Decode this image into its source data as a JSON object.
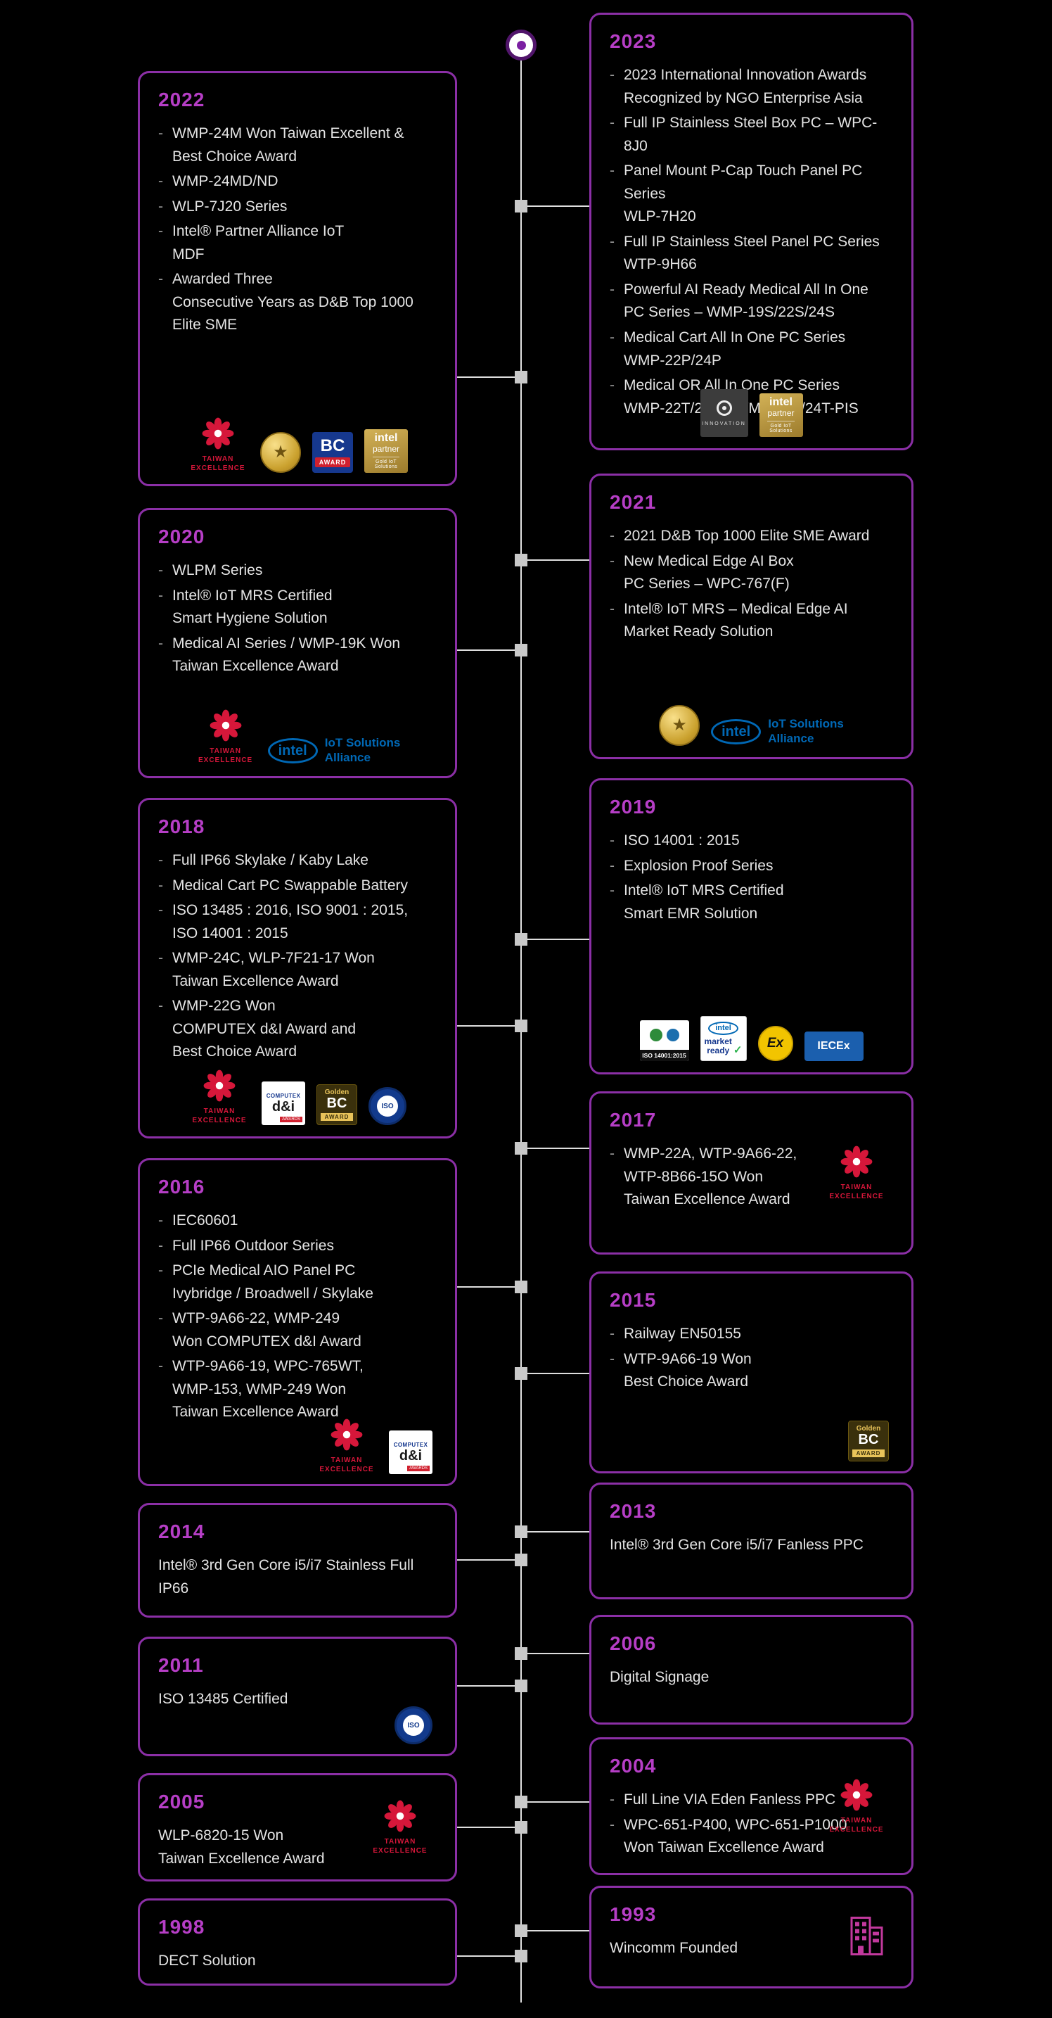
{
  "ui": {
    "bullet_char": "-"
  },
  "page": {
    "background": "#000000",
    "box_border_color": "#8b2fa6",
    "year_color": "#b63ec6",
    "text_color": "#e4e4e4",
    "axis_color": "#e3e3e3"
  },
  "icon_defs": {
    "taiwan-excellence": {
      "caption": "TAIWAN\nEXCELLENCE"
    },
    "sme-gold-emblem": {
      "glyph": "★"
    },
    "bc-award": {
      "top": "BC",
      "band": "AWARD"
    },
    "golden-bc-award": {
      "top": "Golden",
      "mid": "BC",
      "band": "AWARD"
    },
    "intel-partner-gold": {
      "brand": "intel",
      "line2": "partner",
      "line3": "Gold IoT Solutions"
    },
    "intel-iot-alliance": {
      "brand": "intel",
      "text": "IoT Solutions\nAlliance"
    },
    "innovation-award": {
      "text": "INNOVATION"
    },
    "iso-14001": {
      "band": "ISO 14001:2015"
    },
    "intel-market-ready": {
      "brand": "intel",
      "text": "market\nready",
      "check": "✓"
    },
    "atex-ex": {
      "glyph": "Ex"
    },
    "iecex": {
      "glyph": "IECEx"
    },
    "computex-di": {
      "top": "COMPUTEX",
      "mid": "d&i",
      "sub": "AWARDS"
    },
    "cert-round": {
      "glyph": "ISO"
    },
    "building": {}
  },
  "timeline": {
    "boxes": [
      {
        "year": "2023",
        "side": "right",
        "bullets": true,
        "items": [
          "2023 International Innovation Awards\nRecognized by NGO Enterprise Asia",
          "Full IP Stainless Steel Box PC – WPC-8J0",
          "Panel Mount P-Cap Touch Panel PC Series\nWLP-7H20",
          "Full IP Stainless Steel Panel PC Series\nWTP-9H66",
          "Powerful AI Ready Medical All In One\nPC Series – WMP-19S/22S/24S",
          "Medical Cart All In One  PC Series\nWMP-22P/24P",
          "Medical OR All In One PC Series\nWMP-22T/24T、WMP-22T/24T-PIS"
        ],
        "icons": [
          "innovation-award",
          "intel-partner-gold"
        ],
        "icons_position": "bottom"
      },
      {
        "year": "2022",
        "side": "left",
        "bullets": true,
        "items": [
          "WMP-24M Won Taiwan Excellent &\nBest Choice Award",
          "WMP-24MD/ND",
          "WLP-7J20 Series",
          "Intel® Partner Alliance IoT\nMDF",
          "Awarded Three\nConsecutive Years as D&B Top 1000 Elite SME"
        ],
        "icons": [
          "taiwan-excellence",
          "sme-gold-emblem",
          "bc-award",
          "intel-partner-gold"
        ],
        "icons_position": "bottom"
      },
      {
        "year": "2021",
        "side": "right",
        "bullets": true,
        "items": [
          "2021 D&B Top 1000 Elite SME Award",
          "New Medical Edge AI Box\nPC Series – WPC-767(F)",
          "Intel® IoT MRS – Medical Edge AI\nMarket Ready Solution"
        ],
        "icons": [
          "sme-gold-emblem",
          "intel-iot-alliance"
        ],
        "icons_position": "bottom"
      },
      {
        "year": "2020",
        "side": "left",
        "bullets": true,
        "items": [
          "WLPM Series",
          "Intel® IoT MRS Certified\nSmart Hygiene Solution",
          "Medical AI Series / WMP-19K Won\nTaiwan Excellence Award"
        ],
        "icons": [
          "taiwan-excellence",
          "intel-iot-alliance"
        ],
        "icons_position": "bottom"
      },
      {
        "year": "2019",
        "side": "right",
        "bullets": true,
        "items": [
          "ISO 14001 : 2015",
          "Explosion Proof Series",
          "Intel® IoT MRS Certified\nSmart EMR Solution"
        ],
        "icons": [
          "iso-14001",
          "intel-market-ready",
          "atex-ex",
          "iecex"
        ],
        "icons_position": "bottom"
      },
      {
        "year": "2018",
        "side": "left",
        "bullets": true,
        "items": [
          "Full IP66 Skylake / Kaby Lake",
          "Medical Cart PC Swappable Battery",
          "ISO 13485 : 2016, ISO 9001 : 2015,\nISO 14001 : 2015",
          "WMP-24C, WLP-7F21-17 Won\nTaiwan Excellence Award",
          "WMP-22G Won\nCOMPUTEX d&I Award and\nBest Choice Award"
        ],
        "icons": [
          "taiwan-excellence",
          "computex-di",
          "golden-bc-award",
          "cert-round"
        ],
        "icons_position": "bottom"
      },
      {
        "year": "2017",
        "side": "right",
        "bullets": true,
        "items": [
          "WMP-22A, WTP-9A66-22,\nWTP-8B66-15O Won\nTaiwan Excellence  Award"
        ],
        "icons": [
          "taiwan-excellence"
        ],
        "icons_position": "right"
      },
      {
        "year": "2016",
        "side": "left",
        "bullets": true,
        "items": [
          "IEC60601",
          "Full IP66 Outdoor Series",
          "PCIe Medical AIO Panel PC\nIvybridge / Broadwell / Skylake",
          "WTP-9A66-22, WMP-249\nWon COMPUTEX d&I Award",
          "WTP-9A66-19, WPC-765WT,\nWMP-153, WMP-249 Won\nTaiwan Excellence Award"
        ],
        "icons": [
          "taiwan-excellence",
          "computex-di"
        ],
        "icons_position": "bottom-right"
      },
      {
        "year": "2015",
        "side": "right",
        "bullets": true,
        "items": [
          "Railway EN50155",
          "WTP-9A66-19 Won\nBest Choice Award"
        ],
        "icons": [
          "golden-bc-award"
        ],
        "icons_position": "bottom-right"
      },
      {
        "year": "2014",
        "side": "left",
        "bullets": false,
        "items": [
          "Intel® 3rd Gen Core i5/i7 Stainless  Full IP66"
        ],
        "icons": [],
        "icons_position": "bottom"
      },
      {
        "year": "2013",
        "side": "right",
        "bullets": false,
        "items": [
          "Intel® 3rd Gen Core i5/i7 Fanless PPC"
        ],
        "icons": [],
        "icons_position": "bottom"
      },
      {
        "year": "2011",
        "side": "left",
        "bullets": false,
        "items": [
          "ISO 13485  Certified"
        ],
        "icons": [
          "cert-round"
        ],
        "icons_position": "bottom-right"
      },
      {
        "year": "2006",
        "side": "right",
        "bullets": false,
        "items": [
          "Digital Signage"
        ],
        "icons": [],
        "icons_position": "bottom"
      },
      {
        "year": "2005",
        "side": "left",
        "bullets": false,
        "items": [
          "WLP-6820-15 Won\nTaiwan Excellence Award"
        ],
        "icons": [
          "taiwan-excellence"
        ],
        "icons_position": "right"
      },
      {
        "year": "2004",
        "side": "right",
        "bullets": true,
        "items": [
          "Full Line VIA Eden Fanless PPC",
          "WPC-651-P400, WPC-651-P1000\nWon Taiwan Excellence Award"
        ],
        "icons": [
          "taiwan-excellence"
        ],
        "icons_position": "right"
      },
      {
        "year": "1998",
        "side": "left",
        "bullets": false,
        "items": [
          "DECT Solution"
        ],
        "icons": [],
        "icons_position": "bottom"
      },
      {
        "year": "1993",
        "side": "right",
        "bullets": false,
        "items": [
          "Wincomm Founded"
        ],
        "icons": [
          "building"
        ],
        "icons_position": "right"
      }
    ]
  }
}
